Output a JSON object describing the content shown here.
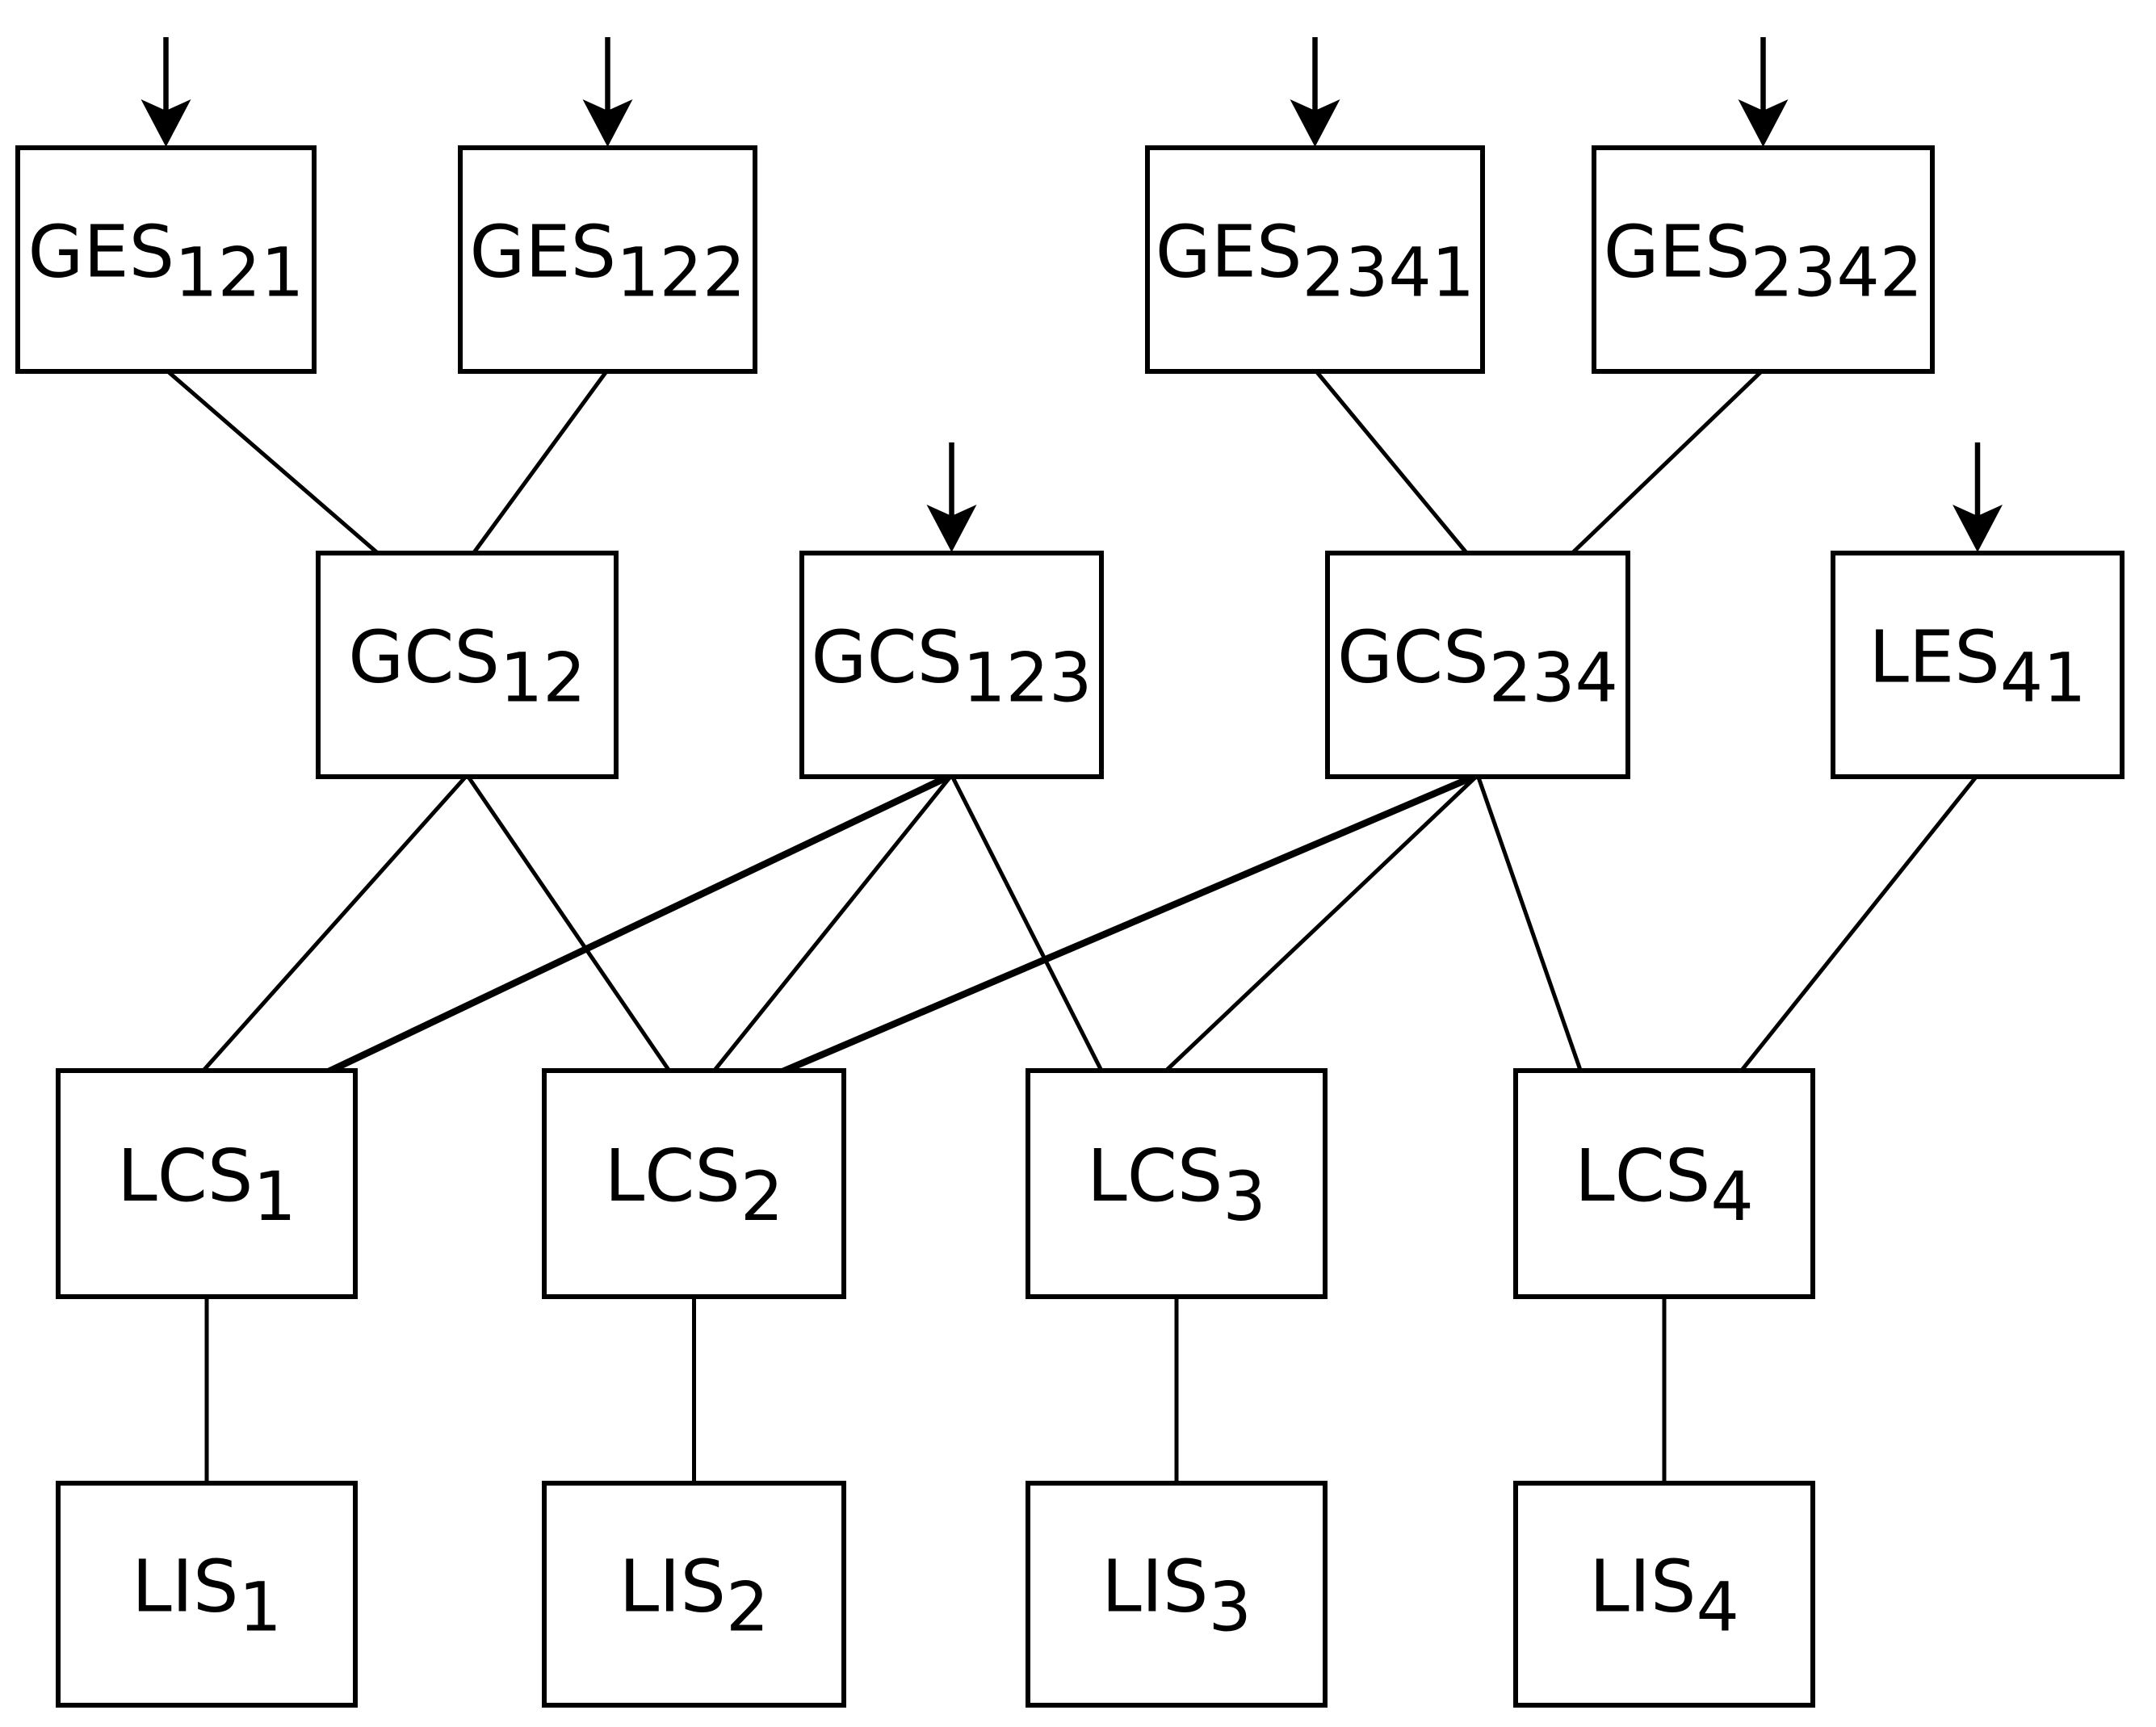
{
  "diagram": {
    "background_color": "#ffffff",
    "line_color": "#000000",
    "nodes": [
      {
        "id": "GES121",
        "label": "GES",
        "subscript": "121",
        "input_arrow": true,
        "row": "global-entry"
      },
      {
        "id": "GES122",
        "label": "GES",
        "subscript": "122",
        "input_arrow": true,
        "row": "global-entry"
      },
      {
        "id": "GES2341",
        "label": "GES",
        "subscript": "2341",
        "input_arrow": true,
        "row": "global-entry"
      },
      {
        "id": "GES2342",
        "label": "GES",
        "subscript": "2342",
        "input_arrow": true,
        "row": "global-entry"
      },
      {
        "id": "GCS12",
        "label": "GCS",
        "subscript": "12",
        "input_arrow": false,
        "row": "global-control"
      },
      {
        "id": "GCS123",
        "label": "GCS",
        "subscript": "123",
        "input_arrow": true,
        "row": "global-control"
      },
      {
        "id": "GCS234",
        "label": "GCS",
        "subscript": "234",
        "input_arrow": false,
        "row": "global-control"
      },
      {
        "id": "LES41",
        "label": "LES",
        "subscript": "41",
        "input_arrow": true,
        "row": "global-control"
      },
      {
        "id": "LCS1",
        "label": "LCS",
        "subscript": "1",
        "input_arrow": false,
        "row": "local-control"
      },
      {
        "id": "LCS2",
        "label": "LCS",
        "subscript": "2",
        "input_arrow": false,
        "row": "local-control"
      },
      {
        "id": "LCS3",
        "label": "LCS",
        "subscript": "3",
        "input_arrow": false,
        "row": "local-control"
      },
      {
        "id": "LCS4",
        "label": "LCS",
        "subscript": "4",
        "input_arrow": false,
        "row": "local-control"
      },
      {
        "id": "LIS1",
        "label": "LIS",
        "subscript": "1",
        "input_arrow": false,
        "row": "local-instance"
      },
      {
        "id": "LIS2",
        "label": "LIS",
        "subscript": "2",
        "input_arrow": false,
        "row": "local-instance"
      },
      {
        "id": "LIS3",
        "label": "LIS",
        "subscript": "3",
        "input_arrow": false,
        "row": "local-instance"
      },
      {
        "id": "LIS4",
        "label": "LIS",
        "subscript": "4",
        "input_arrow": false,
        "row": "local-instance"
      }
    ],
    "edges": [
      {
        "from": "GES121",
        "to": "GCS12",
        "thick": false
      },
      {
        "from": "GES122",
        "to": "GCS12",
        "thick": false
      },
      {
        "from": "GES2341",
        "to": "GCS234",
        "thick": false
      },
      {
        "from": "GES2342",
        "to": "GCS234",
        "thick": false
      },
      {
        "from": "GCS12",
        "to": "LCS1",
        "thick": false
      },
      {
        "from": "GCS12",
        "to": "LCS2",
        "thick": false
      },
      {
        "from": "GCS123",
        "to": "LCS1",
        "thick": true
      },
      {
        "from": "GCS123",
        "to": "LCS2",
        "thick": false
      },
      {
        "from": "GCS123",
        "to": "LCS3",
        "thick": false
      },
      {
        "from": "GCS234",
        "to": "LCS2",
        "thick": true
      },
      {
        "from": "GCS234",
        "to": "LCS3",
        "thick": false
      },
      {
        "from": "GCS234",
        "to": "LCS4",
        "thick": false
      },
      {
        "from": "LES41",
        "to": "LCS4",
        "thick": false
      },
      {
        "from": "LCS1",
        "to": "LIS1",
        "thick": false
      },
      {
        "from": "LCS2",
        "to": "LIS2",
        "thick": false
      },
      {
        "from": "LCS3",
        "to": "LIS3",
        "thick": false
      },
      {
        "from": "LCS4",
        "to": "LIS4",
        "thick": false
      }
    ]
  }
}
